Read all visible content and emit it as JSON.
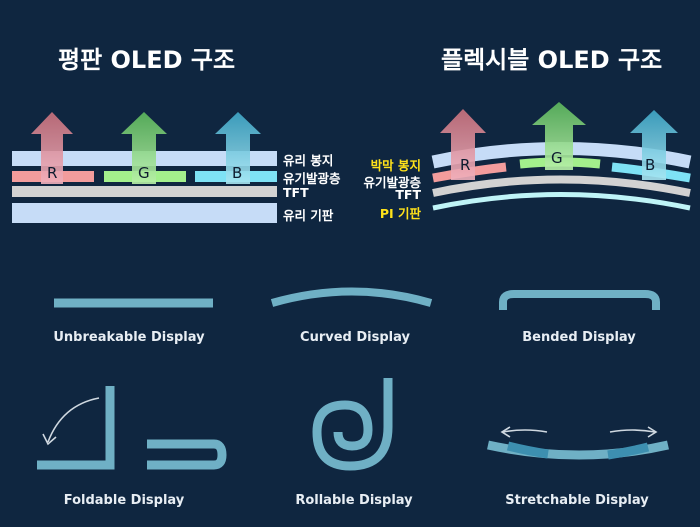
{
  "titles": {
    "flat": "평판 OLED 구조",
    "flexible": "플렉시블 OLED 구조"
  },
  "flat_layers": [
    "유리 봉지",
    "유기발광층",
    "TFT",
    "유리 기판"
  ],
  "flexible_layers": [
    "박막 봉지",
    "유기발광층",
    "TFT",
    "PI 기판"
  ],
  "rgb": [
    "R",
    "G",
    "B"
  ],
  "colors": {
    "background": "#0f2640",
    "glass": "#c6dcf7",
    "red": "#f29c9c",
    "green": "#a3f08c",
    "cyan": "#7ee2f5",
    "tft": "#d2d2d2",
    "highlight": "#ffe21a",
    "display": "#6fb0c5"
  },
  "display_types": [
    "Unbreakable Display",
    "Curved Display",
    "Bended Display",
    "Foldable Display",
    "Rollable Display",
    "Stretchable Display"
  ]
}
